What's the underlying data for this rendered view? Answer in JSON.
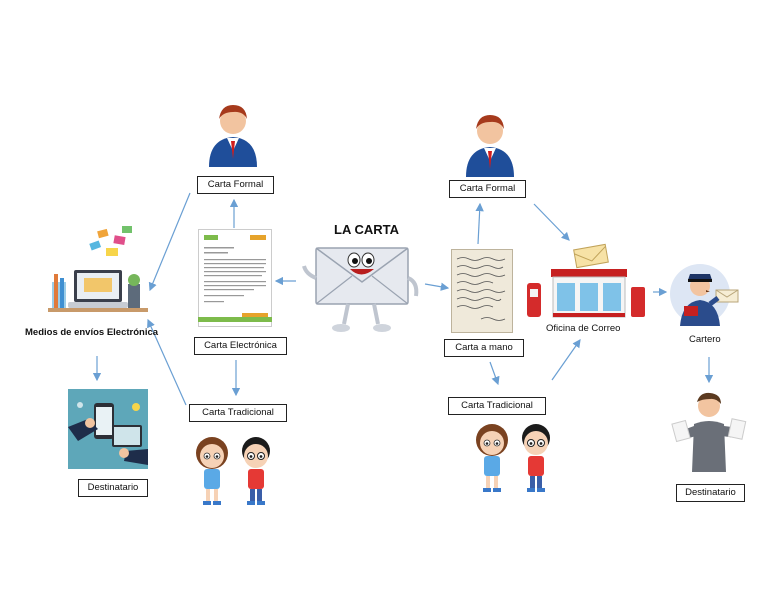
{
  "title": "LA CARTA",
  "labels": {
    "carta_formal_left": "Carta Formal",
    "carta_electronica": "Carta Electrónica",
    "medios_envios": "Medios de envíos Electrónica",
    "carta_tradicional_left": "Carta Tradicional",
    "destinatario_left": "Destinatario",
    "carta_formal_right": "Carta Formal",
    "carta_a_mano": "Carta a mano",
    "oficina_correo": "Oficina de Correo",
    "cartero": "Cartero",
    "carta_tradicional_right": "Carta Tradicional",
    "destinatario_right": "Destinatario"
  },
  "colors": {
    "arrow": "#6a9fd3",
    "suit": "#1f4e9a",
    "hair": "#a63a1c",
    "tie": "#d11d1d"
  }
}
